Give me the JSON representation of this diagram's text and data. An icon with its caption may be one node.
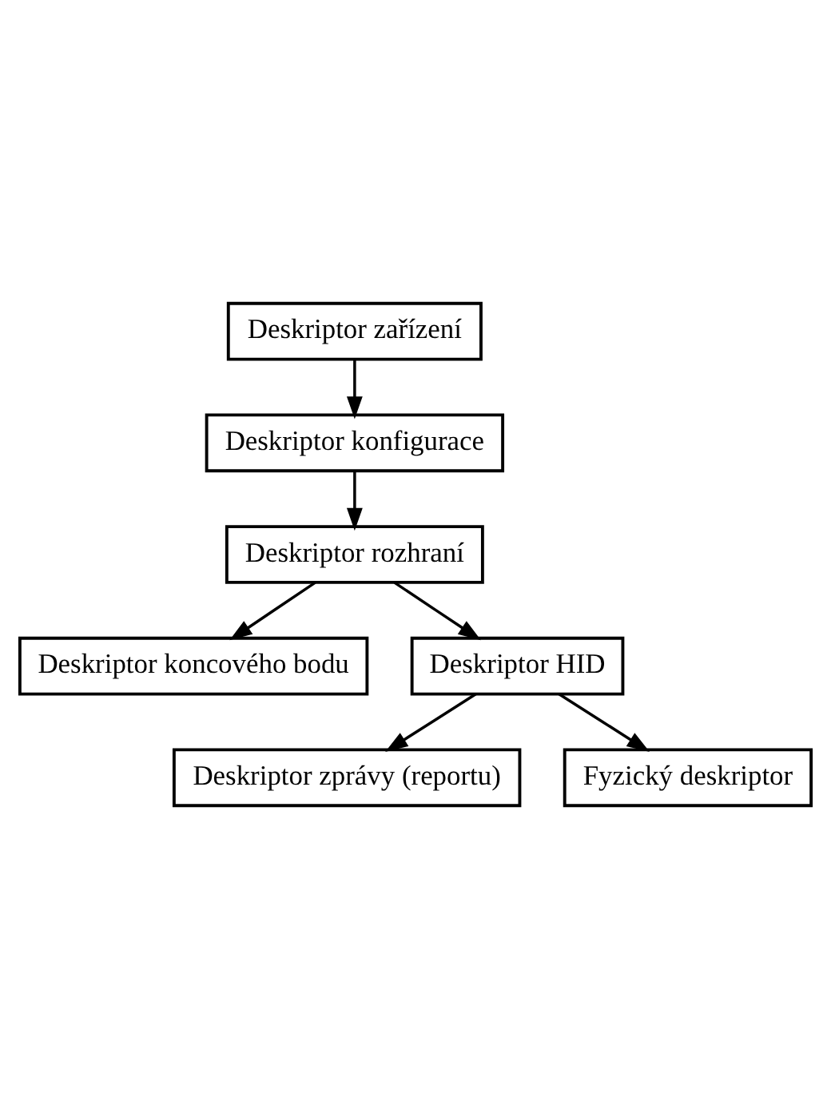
{
  "diagram": {
    "nodes": [
      {
        "text": [
          "Deskriptor zařízení"
        ]
      },
      {
        "text": [
          "Deskriptor konfigurace"
        ]
      },
      {
        "text": [
          "Deskriptor rozhraní"
        ]
      },
      {
        "text": [
          "Deskriptor koncového bodu"
        ]
      },
      {
        "text": [
          "Deskriptor HID"
        ]
      },
      {
        "text": [
          "Deskriptor zprávy (reportu)"
        ]
      },
      {
        "text": [
          "Fyzický deskriptor"
        ]
      }
    ],
    "edges": [
      {
        "from": 0,
        "to": 1,
        "arrow": "to"
      },
      {
        "from": 1,
        "to": 2,
        "arrow": "to"
      },
      {
        "from": 2,
        "to": 3,
        "arrow": "to"
      },
      {
        "from": 2,
        "to": 4,
        "arrow": "to"
      },
      {
        "from": 4,
        "to": 5,
        "arrow": "to"
      },
      {
        "from": 4,
        "to": 6,
        "arrow": "to"
      }
    ]
  }
}
